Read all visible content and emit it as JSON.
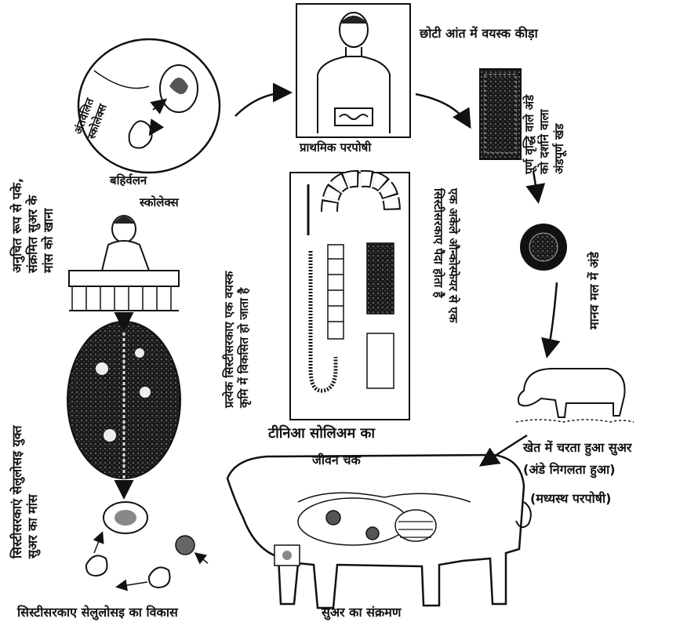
{
  "title": {
    "line1": "टीनिआ सोलिअम का",
    "line2": "जीवन चक"
  },
  "labels": {
    "adult_worm_intestine": "छोटी आंत में वयस्क कीड़ा",
    "primary_host": "प्राथमिक परपोषी",
    "gravid_segment_line1": "पूर्ण वृद्धि वाले अंडे",
    "gravid_segment_line2": "को दर्शाने वाला",
    "gravid_segment_line3": "अंडपूर्ण खंड",
    "eggs_in_feces": "मानव मल में अंडे",
    "pig_grazing_line1": "खेत में चरता हुआ सुअर",
    "pig_grazing_line2": "(अंडे निगलता हुआ)",
    "pig_grazing_line3": "(मध्यस्थ परपोषी)",
    "pig_infection": "सुअर का संक्रमण",
    "cysticercus_development": "सिस्टीसरकाए सेलुलोसइ का विकास",
    "pork_with_cysts_line1": "सिस्टीसरकाएं सेलुलोसइ युक्त",
    "pork_with_cysts_line2": "सुअर का मांस",
    "eating_pork_line1": "अनुचित रूप से पके,",
    "eating_pork_line2": "संक्रमित सुअर के",
    "eating_pork_line3": "मांस को खाना",
    "invaginated_scolex_line1": "अंतर्वलित",
    "invaginated_scolex_line2": "स्कोलेक्स",
    "evaginated_scolex_line1": "बहिर्वलन",
    "evaginated_scolex_line2": "स्कोलेक्स",
    "cysticercus_to_adult_line1": "प्रत्येक सिस्टीसरकाए एक वयस्क",
    "cysticercus_to_adult_line2": "कृमि में विकसित हो जाता है",
    "one_embryo_line1": "एक अकेले औन्कोस्फेयर से एक",
    "one_embryo_line2": "सिस्टीसरकाए पैदा होता है"
  },
  "colors": {
    "ink": "#111111",
    "paper": "#ffffff",
    "fill_dark": "#222222"
  }
}
